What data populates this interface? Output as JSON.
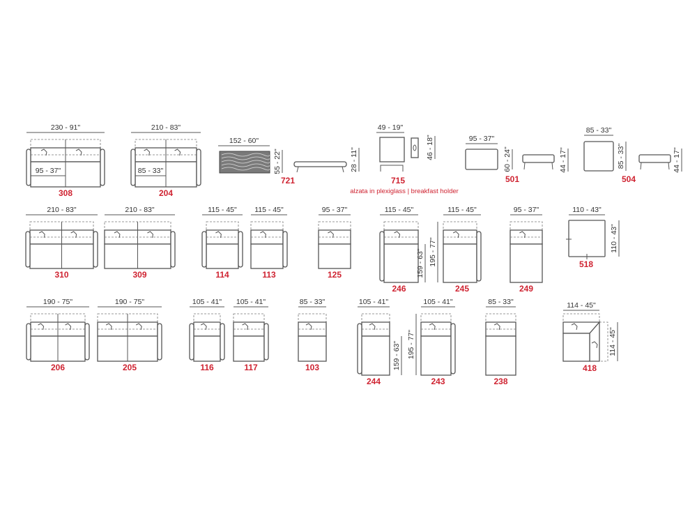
{
  "modules": {
    "m308": {
      "code": "308",
      "width": "230 - 91\"",
      "seat_depth": "95 - 37\""
    },
    "m204": {
      "code": "204",
      "width": "210 - 83\"",
      "seat_depth": "85 - 33\""
    },
    "m721": {
      "code": "721",
      "width": "152 - 60\"",
      "depth": "55 - 22\"",
      "height": "28 - 11\""
    },
    "m715": {
      "code": "715",
      "width": "49 - 19\"",
      "height": "46 - 18\"",
      "note": "alzata in plexiglass | breakfast holder"
    },
    "m501": {
      "code": "501",
      "width": "95 - 37\"",
      "depth": "60 - 24\"",
      "height": "44 - 17\""
    },
    "m504": {
      "code": "504",
      "width": "85 - 33\"",
      "depth": "85 - 33\"",
      "height": "44 - 17\""
    },
    "m310": {
      "code": "310",
      "width": "210 - 83\""
    },
    "m309": {
      "code": "309",
      "width": "210 - 83\""
    },
    "m114": {
      "code": "114",
      "width": "115 - 45\""
    },
    "m113": {
      "code": "113",
      "width": "115 - 45\""
    },
    "m125": {
      "code": "125",
      "width": "95 - 37\""
    },
    "m246": {
      "code": "246",
      "width": "115 - 45\"",
      "depth": "159 - 63\"",
      "depth_total": "195 - 77\""
    },
    "m245": {
      "code": "245",
      "width": "115 - 45\""
    },
    "m249": {
      "code": "249",
      "width": "95 - 37\""
    },
    "m518": {
      "code": "518",
      "width": "110 - 43\"",
      "depth": "110 - 43\""
    },
    "m206": {
      "code": "206",
      "width": "190 - 75\""
    },
    "m205": {
      "code": "205",
      "width": "190 - 75\""
    },
    "m116": {
      "code": "116",
      "width": "105 - 41\""
    },
    "m117": {
      "code": "117",
      "width": "105 - 41\""
    },
    "m103": {
      "code": "103",
      "width": "85 - 33\""
    },
    "m244": {
      "code": "244",
      "width": "105 - 41\"",
      "depth": "159 - 63\"",
      "depth_total": "195 - 77\""
    },
    "m243": {
      "code": "243",
      "width": "105 - 41\""
    },
    "m238": {
      "code": "238",
      "width": "85 - 33\""
    },
    "m418": {
      "code": "418",
      "width": "114 - 45\"",
      "depth": "114 - 45\""
    }
  },
  "colors": {
    "code_red": "#cf2331",
    "line": "#555555"
  }
}
